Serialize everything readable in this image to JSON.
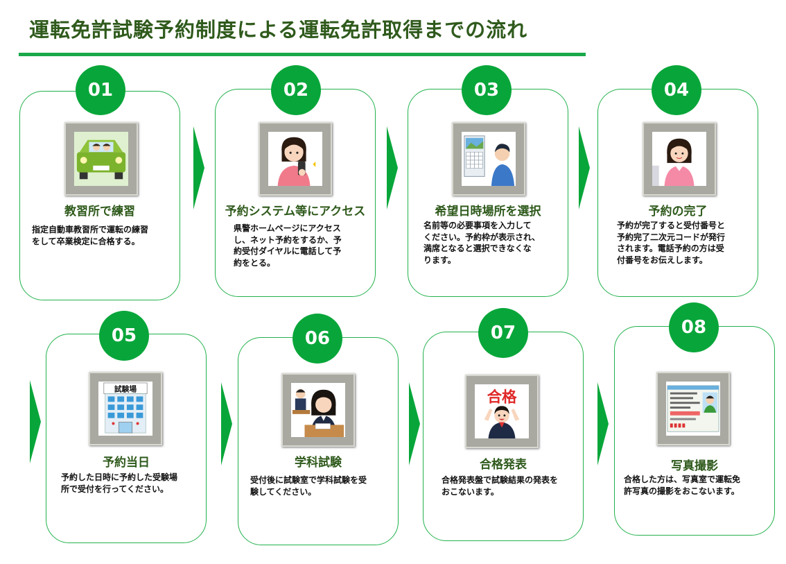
{
  "page_title": "運転免許試験予約制度による運転免許取得までの流れ",
  "colors": {
    "accent": "#08a63a",
    "title_text": "#2f5a1c",
    "card_border": "#22b14c"
  },
  "steps": [
    {
      "number": "01",
      "title": "教習所で練習",
      "description": "指定自動車教習所で運転の練習\nをして卒業検定に合格する。",
      "icon": "car-driving-illustration"
    },
    {
      "number": "02",
      "title": "予約システム等にアクセス",
      "description": "県警ホームページにアクセス\nし、ネット予約をするか、予\n約受付ダイヤルに電話して予\n約をとる。",
      "icon": "smartphone-user-illustration"
    },
    {
      "number": "03",
      "title": "希望日時場所を選択",
      "description": "名前等の必要事項を入力して\nください。予約枠が表示され、\n満席となると選択できなくな\nります。",
      "icon": "calendar-selection-illustration"
    },
    {
      "number": "04",
      "title": "予約の完了",
      "description": "予約が完了すると受付番号と\n予約完了二次元コードが発行\nされます。電話予約の方は受\n付番号をお伝えします。",
      "icon": "reception-staff-illustration"
    },
    {
      "number": "05",
      "title": "予約当日",
      "description": "予約した日時に予約した受験場\n所で受付を行ってください。",
      "icon": "test-center-building-illustration",
      "sign": "試験場"
    },
    {
      "number": "06",
      "title": "学科試験",
      "description": "受付後に試験室で学科試験を受\n験してください。",
      "icon": "written-exam-illustration"
    },
    {
      "number": "07",
      "title": "合格発表",
      "description": "合格発表盤で試験結果の発表を\nおこないます。",
      "icon": "pass-announcement-illustration",
      "sign": "合格"
    },
    {
      "number": "08",
      "title": "写真撮影",
      "description": "合格した方は、写真室で運転免\n許写真の撮影をおこないます。",
      "icon": "license-card-illustration"
    }
  ]
}
